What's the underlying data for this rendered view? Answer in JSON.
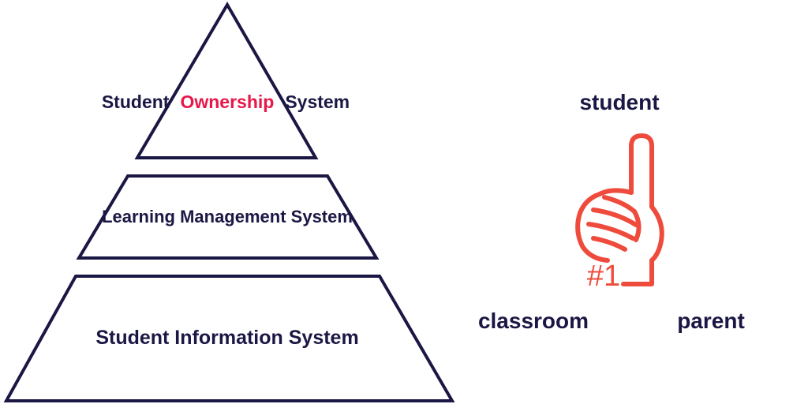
{
  "pyramid": {
    "top": {
      "prefix": "Student",
      "highlight": "Ownership",
      "suffix": "System"
    },
    "middle": {
      "label": "Learning Management System"
    },
    "bottom": {
      "label": "Student Information System"
    }
  },
  "triad": {
    "top_label": "student",
    "left_label": "classroom",
    "right_label": "parent",
    "hand_badge": "#1"
  },
  "colors": {
    "outline": "#1b1744",
    "text": "#1b1744",
    "highlight": "#e8174a",
    "hand": "#ef4b3c"
  }
}
